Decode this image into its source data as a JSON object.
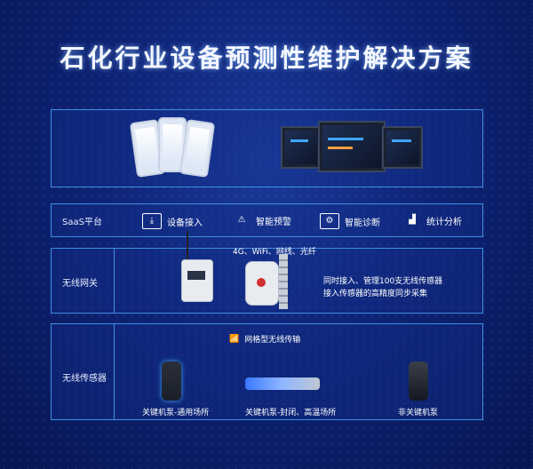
{
  "title": "石化行业设备预测性维护解决方案",
  "layers": {
    "saas": {
      "label": "SaaS平台",
      "items": [
        {
          "icon": "download-monitor-icon",
          "label": "设备接入"
        },
        {
          "icon": "alarm-icon",
          "label": "智能预警"
        },
        {
          "icon": "diagnosis-icon",
          "label": "智能诊断"
        },
        {
          "icon": "bar-chart-icon",
          "label": "统计分析"
        }
      ]
    },
    "gateway": {
      "label": "无线网关",
      "uplink": "4G、WiFi、网线、光纤",
      "note_line1": "同时接入、管理100支无线传感器",
      "note_line2": "接入传感器的高精度同步采集"
    },
    "sensor": {
      "label": "无线传感器",
      "transport": "网格型无线传输",
      "devices": [
        "关键机泵-通用场所",
        "关键机泵-封闭、高温场所",
        "非关键机泵"
      ]
    }
  },
  "colors": {
    "background": "#0b1a63",
    "border": "#3f8fe0",
    "accent": "#3fa6ff"
  }
}
